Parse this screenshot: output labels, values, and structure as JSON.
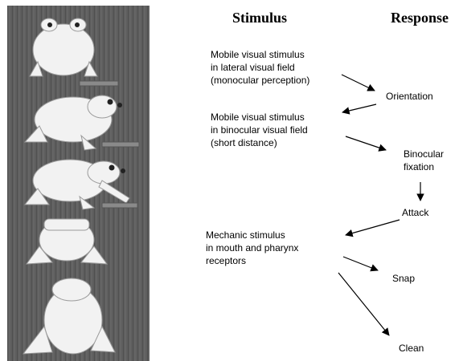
{
  "headers": {
    "stimulus": "Stimulus",
    "response": "Response"
  },
  "stimuli": [
    {
      "lines": [
        "Mobile visual stimulus",
        "in lateral visual field",
        "(monocular perception)"
      ]
    },
    {
      "lines": [
        "Mobile visual stimulus",
        "in binocular visual field",
        "(short distance)"
      ]
    },
    {
      "lines": [
        "Mechanic stimulus",
        "in mouth and pharynx",
        "receptors"
      ]
    }
  ],
  "responses": {
    "orientation": "Orientation",
    "binocular_fixation": [
      "Binocular",
      "fixation"
    ],
    "attack": "Attack",
    "snap": "Snap",
    "clean": "Clean"
  },
  "illustration": {
    "description_icon": "toad-sequence-illustration",
    "background_color": "#5e5e5e",
    "figure_color": "#f2f2f2"
  }
}
